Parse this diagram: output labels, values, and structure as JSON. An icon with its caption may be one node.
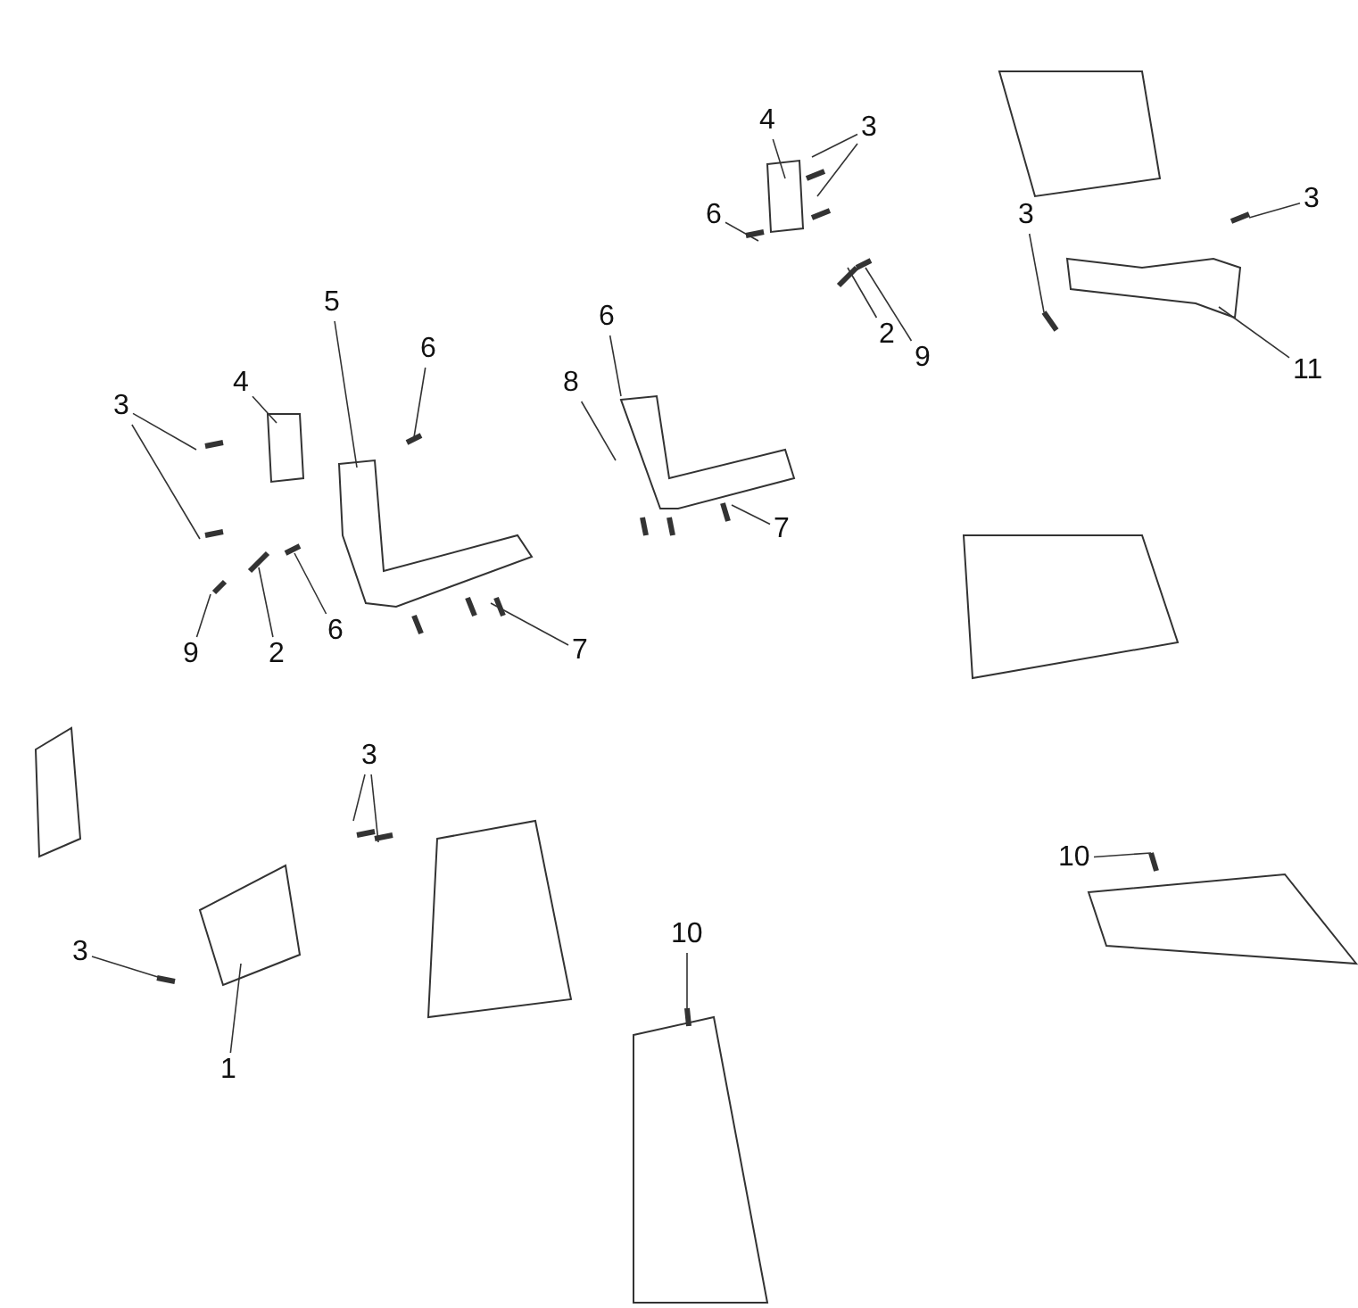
{
  "diagram": {
    "nodes": [
      {
        "text": [
          "4"
        ]
      },
      {
        "text": [
          "3"
        ]
      },
      {
        "text": [
          "3"
        ]
      },
      {
        "text": [
          "6"
        ]
      },
      {
        "text": [
          "3"
        ]
      },
      {
        "text": [
          "5"
        ]
      },
      {
        "text": [
          "6"
        ]
      },
      {
        "text": [
          "2"
        ]
      },
      {
        "text": [
          "6"
        ]
      },
      {
        "text": [
          "9"
        ]
      },
      {
        "text": [
          "11"
        ]
      },
      {
        "text": [
          "8"
        ]
      },
      {
        "text": [
          "4"
        ]
      },
      {
        "text": [
          "3"
        ]
      },
      {
        "text": [
          "7"
        ]
      },
      {
        "text": [
          "6"
        ]
      },
      {
        "text": [
          "7"
        ]
      },
      {
        "text": [
          "9"
        ]
      },
      {
        "text": [
          "2"
        ]
      },
      {
        "text": [
          "3"
        ]
      },
      {
        "text": [
          "10"
        ]
      },
      {
        "text": [
          "10"
        ]
      },
      {
        "text": [
          "3"
        ]
      },
      {
        "text": [
          "1"
        ]
      }
    ],
    "edges": [
      {
        "from": 0,
        "to": null,
        "arrow": "none"
      },
      {
        "from": 1,
        "to": null,
        "arrow": "none"
      },
      {
        "from": 1,
        "to": null,
        "arrow": "none"
      },
      {
        "from": 2,
        "to": null,
        "arrow": "none"
      },
      {
        "from": 3,
        "to": null,
        "arrow": "none"
      },
      {
        "from": 4,
        "to": null,
        "arrow": "none"
      },
      {
        "from": 5,
        "to": null,
        "arrow": "none"
      },
      {
        "from": 6,
        "to": null,
        "arrow": "none"
      },
      {
        "from": 7,
        "to": null,
        "arrow": "none"
      },
      {
        "from": 8,
        "to": null,
        "arrow": "none"
      },
      {
        "from": 9,
        "to": null,
        "arrow": "none"
      },
      {
        "from": 10,
        "to": null,
        "arrow": "none"
      },
      {
        "from": 11,
        "to": null,
        "arrow": "none"
      },
      {
        "from": 12,
        "to": null,
        "arrow": "none"
      },
      {
        "from": 13,
        "to": null,
        "arrow": "none"
      },
      {
        "from": 13,
        "to": null,
        "arrow": "none"
      },
      {
        "from": 14,
        "to": null,
        "arrow": "none"
      },
      {
        "from": 15,
        "to": null,
        "arrow": "none"
      },
      {
        "from": 16,
        "to": null,
        "arrow": "none"
      },
      {
        "from": 17,
        "to": null,
        "arrow": "none"
      },
      {
        "from": 18,
        "to": null,
        "arrow": "none"
      },
      {
        "from": 19,
        "to": null,
        "arrow": "none"
      },
      {
        "from": 19,
        "to": null,
        "arrow": "none"
      },
      {
        "from": 20,
        "to": null,
        "arrow": "none"
      },
      {
        "from": 21,
        "to": null,
        "arrow": "none"
      },
      {
        "from": 22,
        "to": null,
        "arrow": "none"
      },
      {
        "from": 23,
        "to": null,
        "arrow": "none"
      }
    ]
  }
}
